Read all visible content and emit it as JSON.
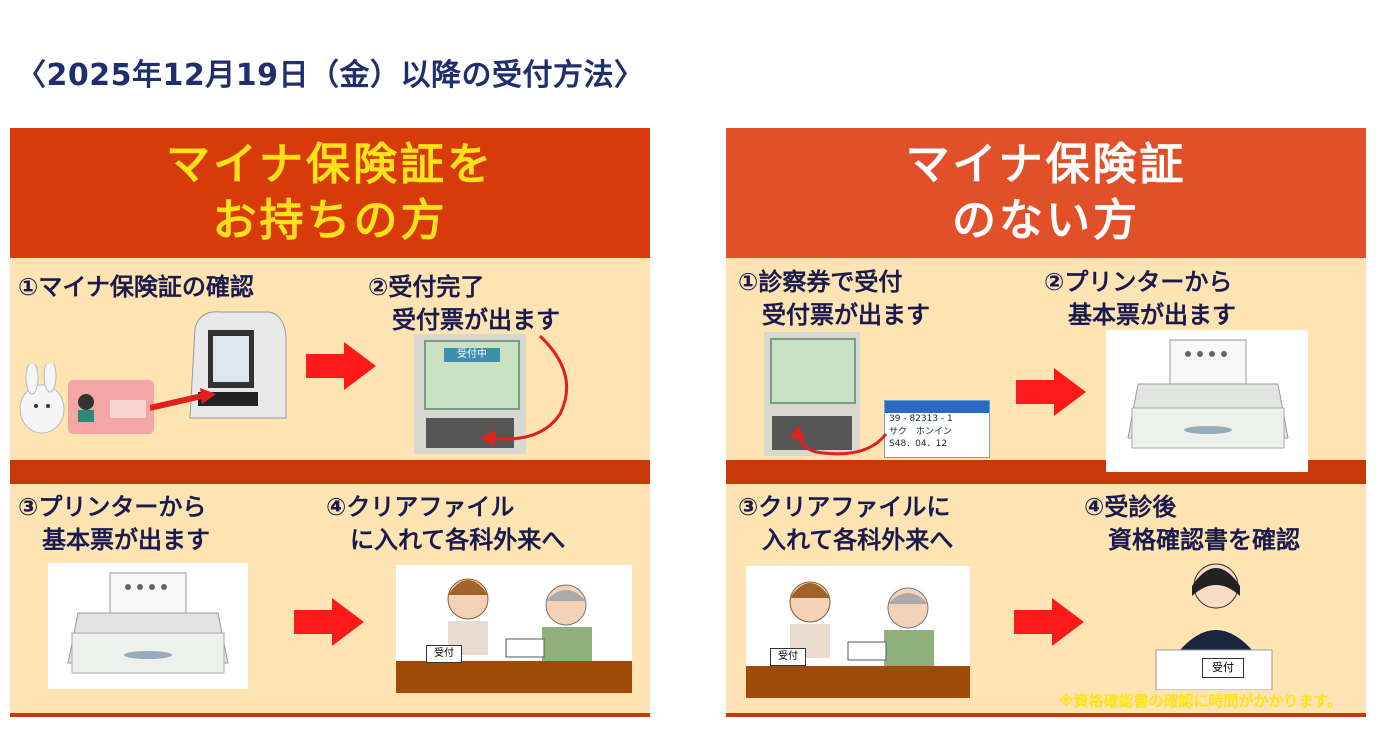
{
  "page_title": "〈2025年12月19日（金）以降の受付方法〉",
  "left_panel": {
    "header_line1": "マイナ保険証を",
    "header_line2": "お持ちの方",
    "steps": [
      "①マイナ保険証の確認",
      "②受付完了\n　受付票が出ます",
      "③プリンターから\n　基本票が出ます",
      "④クリアファイル\n　に入れて各科外来へ"
    ]
  },
  "right_panel": {
    "header_line1": "マイナ保険証",
    "header_line2": "のない方",
    "steps": [
      "①診察券で受付\n　受付票が出ます",
      "②プリンターから\n　基本票が出ます",
      "③クリアファイルに\n　入れて各科外来へ",
      "④受診後\n　資格確認書を確認"
    ],
    "note": "※資格確認書の確認に時間がかかります。"
  },
  "illustrations": {
    "kiosk_screen_text": "受付中",
    "reception_sign": "受付",
    "card_number": "39 - 82313 - 1",
    "card_kana": "サク　ホンイン",
    "card_date": "S48．04．12"
  },
  "colors": {
    "title": "#1f2f6e",
    "panel_bg": "#fde4b2",
    "left_header": "#d83a0a",
    "right_header": "#e2502a",
    "left_header_text": "#ffe21a",
    "arrow": "#ff1a1a"
  }
}
